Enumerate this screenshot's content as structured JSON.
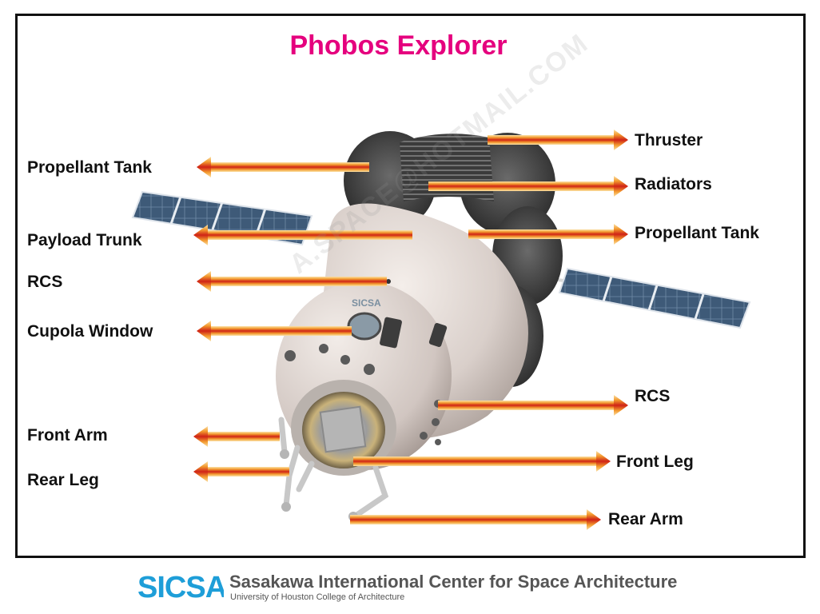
{
  "title": "Phobos Explorer",
  "labels": {
    "propellant_tank_left": "Propellant Tank",
    "payload_trunk": "Payload Trunk",
    "rcs_left": "RCS",
    "cupola_window": "Cupola Window",
    "front_arm": "Front Arm",
    "rear_leg": "Rear Leg",
    "thruster": "Thruster",
    "radiators": "Radiators",
    "propellant_tank_right": "Propellant Tank",
    "rcs_right": "RCS",
    "front_leg": "Front Leg",
    "rear_arm": "Rear Arm"
  },
  "watermark": "A.SPACE@HOTMAIL.COM",
  "spacecraft_badge": "SICSA",
  "footer": {
    "logo_text": "SICSA",
    "title": "Sasakawa International Center for Space Architecture",
    "subtitle": "University of Houston College of Architecture"
  },
  "colors": {
    "title": "#e5007e",
    "arrow_outer": "#f6c27a",
    "arrow_core": "#d42a1c",
    "logo": "#1e9ed8"
  }
}
